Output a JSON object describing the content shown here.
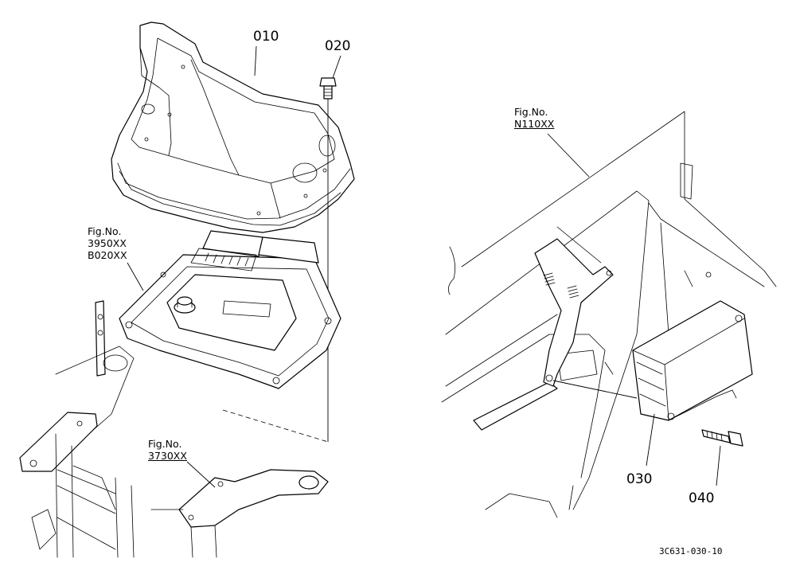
{
  "parts": [
    {
      "id": "p010",
      "label": "010"
    },
    {
      "id": "p020",
      "label": "020"
    },
    {
      "id": "p030",
      "label": "030"
    },
    {
      "id": "p040",
      "label": "040"
    }
  ],
  "figure_refs": {
    "fig_3950": {
      "heading": "Fig.No.",
      "lines": [
        "3950XX",
        "B020XX"
      ]
    },
    "fig_3730": {
      "heading": "Fig.No.",
      "lines": [
        "3730XX"
      ]
    },
    "fig_n110": {
      "heading": "Fig.No.",
      "lines": [
        "N110XX"
      ]
    }
  },
  "drawing_id": "3C631-030-10"
}
